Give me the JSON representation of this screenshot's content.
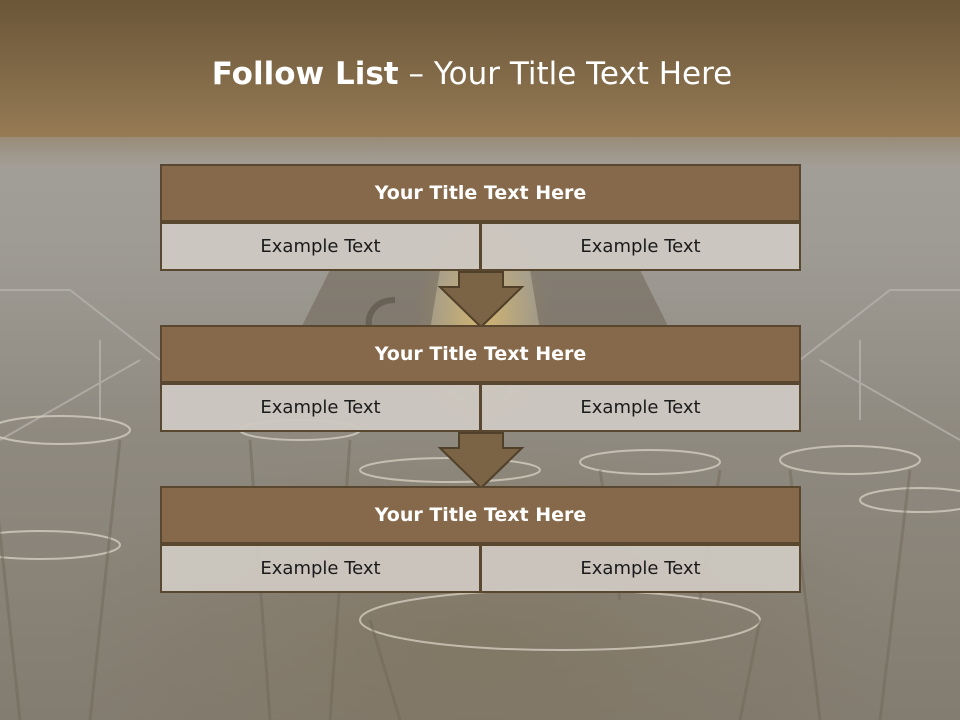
{
  "slide": {
    "title_strong": "Follow List",
    "title_rest": " – Your Title Text Here"
  },
  "blocks": [
    {
      "title": "Your Title Text Here",
      "cells": [
        "Example Text",
        "Example Text"
      ]
    },
    {
      "title": "Your Title Text Here",
      "cells": [
        "Example Text",
        "Example Text"
      ]
    },
    {
      "title": "Your Title Text Here",
      "cells": [
        "Example Text",
        "Example Text"
      ]
    }
  ],
  "colors": {
    "header": "#7d6645",
    "block_title": "#86694a",
    "border": "#5a4730",
    "cell": "#cec8c1"
  }
}
